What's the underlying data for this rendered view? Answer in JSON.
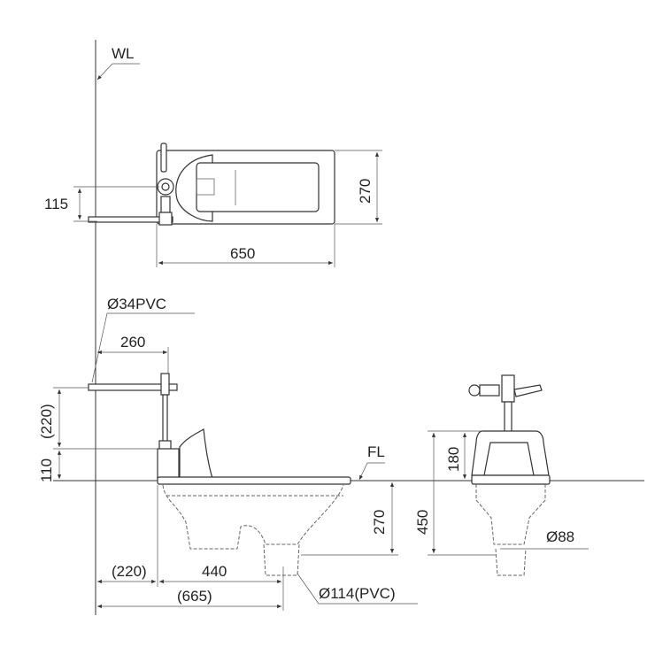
{
  "drawing": {
    "labels": {
      "wall_line": "WL",
      "floor_line": "FL"
    },
    "top_view": {
      "width_dim": "650",
      "depth_dim": "270",
      "pipe_offset_dim": "115"
    },
    "side_view": {
      "inlet_pipe": "Ø34PVC",
      "pipe_length_dim": "260",
      "pipe_height_dim": "(220)",
      "tank_height_dim": "110",
      "depth_below_floor_dim": "270",
      "wall_offset_dim": "(220)",
      "bowl_to_drain_dim": "440",
      "wall_to_drain_dim": "(665)",
      "drain_pipe": "Ø114(PVC)"
    },
    "front_view": {
      "height_above_floor_dim": "180",
      "total_height_dim": "450",
      "outlet_dim": "Ø88"
    }
  }
}
